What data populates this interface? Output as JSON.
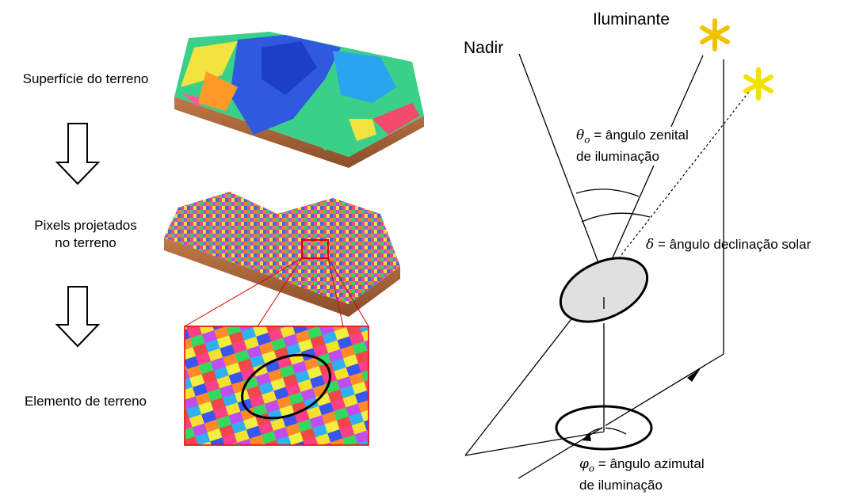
{
  "left_panel": {
    "steps": [
      {
        "label": "Superfície do terreno"
      },
      {
        "label_line1": "Pixels projetados",
        "label_line2": "no terreno"
      },
      {
        "label": "Elemento de terreno"
      }
    ]
  },
  "right_panel": {
    "nadir": "Nadir",
    "illuminant": "Iluminante",
    "theta_symbol": "θ",
    "theta_sub": "o",
    "theta_text_line1": " = ângulo zenital",
    "theta_text_line2": "de iluminação",
    "delta_symbol": "δ",
    "delta_text": " = ângulo declinação solar",
    "phi_symbol": "φ",
    "phi_sub": "o",
    "phi_text_line1": " = ângulo azimutal",
    "phi_text_line2": "de iluminação"
  },
  "colors": {
    "sun_near": "#f2c200",
    "sun_far": "#f2e200",
    "terrain_side": "#a0603a",
    "highlight_box": "#e00000",
    "pixel_element": "#e0e0e0"
  }
}
